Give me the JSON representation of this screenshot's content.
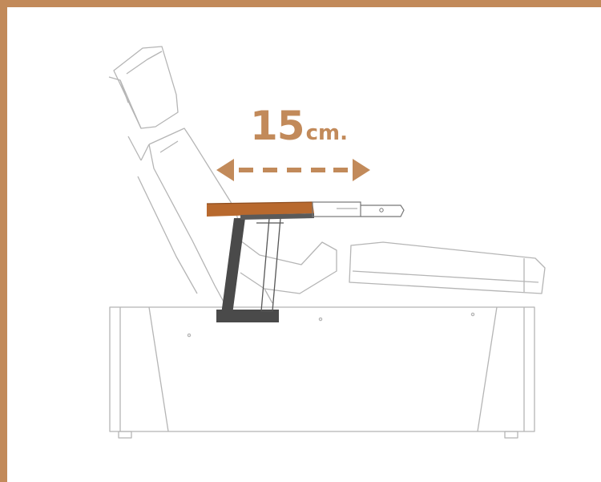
{
  "measurement": {
    "value": "15",
    "unit": "cm."
  },
  "colors": {
    "accent": "#C28A5A",
    "wood": "#B8692E",
    "steel": "#4A4A4A",
    "outline": "#B5B5B5"
  },
  "icons": {
    "arrow": "double-headed-dashed-arrow"
  }
}
